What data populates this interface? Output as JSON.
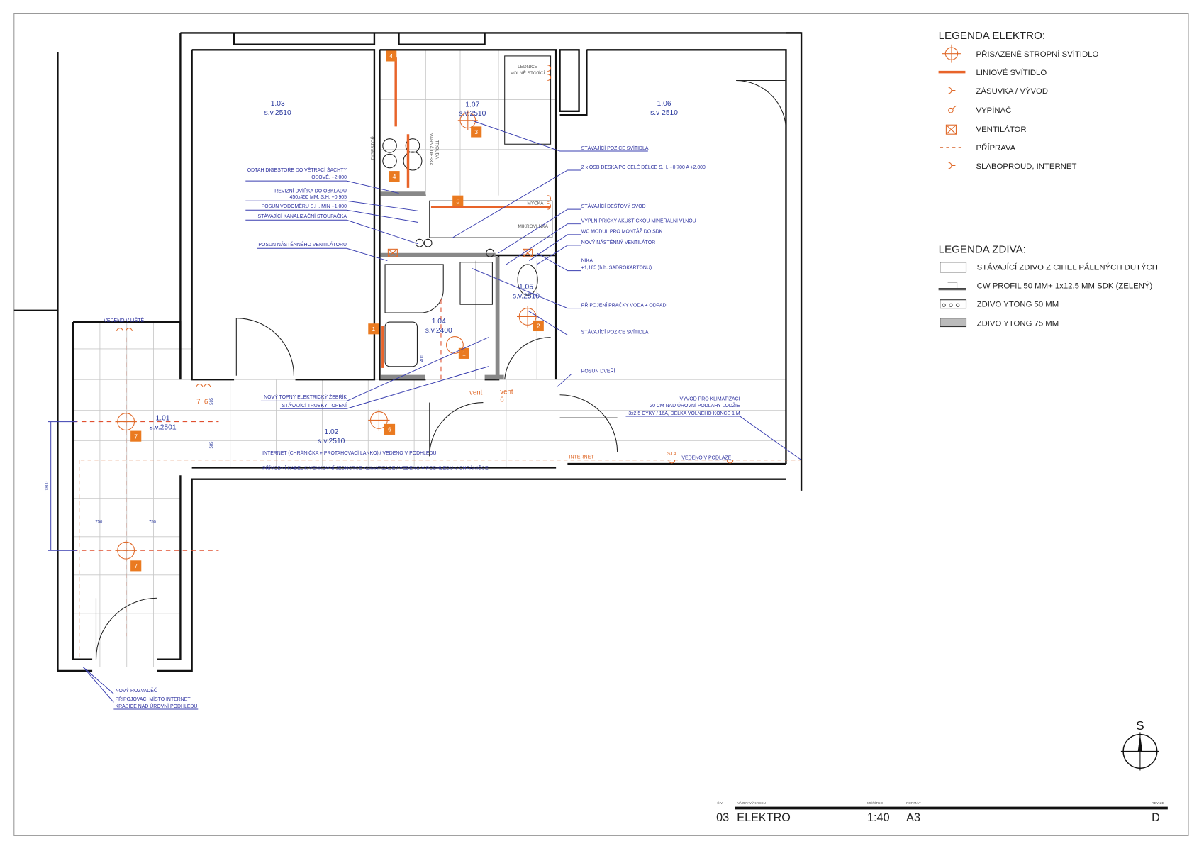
{
  "legend_electro": {
    "title": "LEGENDA ELEKTRO:",
    "items": [
      {
        "icon": "ceiling-light-icon",
        "label": "PŘISAZENÉ STROPNÍ SVÍTIDLO"
      },
      {
        "icon": "linear-light-icon",
        "label": "LINIOVÉ SVÍTIDLO"
      },
      {
        "icon": "socket-icon",
        "label": "ZÁSUVKA / VÝVOD"
      },
      {
        "icon": "switch-icon",
        "label": "VYPÍNAČ"
      },
      {
        "icon": "fan-icon",
        "label": "VENTILÁTOR"
      },
      {
        "icon": "dashed-line-icon",
        "label": "PŘÍPRAVA"
      },
      {
        "icon": "data-socket-icon",
        "label": "SLABOPROUD, INTERNET"
      }
    ]
  },
  "legend_walls": {
    "title": "LEGENDA ZDIVA:",
    "items": [
      {
        "icon": "brick-wall-icon",
        "label": "STÁVAJÍCÍ ZDIVO Z CIHEL PÁLENÝCH DUTÝCH"
      },
      {
        "icon": "cw-profile-icon",
        "label": "CW PROFIL 50 MM+ 1x12.5 MM SDK (ZELENÝ)"
      },
      {
        "icon": "ytong-50-icon",
        "label": "ZDIVO YTONG 50 MM"
      },
      {
        "icon": "ytong-75-icon",
        "label": "ZDIVO YTONG 75 MM"
      }
    ]
  },
  "rooms": [
    {
      "number": "1.03",
      "height": "s.v.2510"
    },
    {
      "number": "1.07",
      "height": "s.v.2510"
    },
    {
      "number": "1.06",
      "height": "s.v 2510"
    },
    {
      "number": "1.05",
      "height": "s.v.2510"
    },
    {
      "number": "1.04",
      "height": "s.v.2400"
    },
    {
      "number": "1.01",
      "height": "s.v.2501"
    },
    {
      "number": "1.02",
      "height": "s.v.2510"
    }
  ],
  "annotations_left": [
    "ODTAH DIGESTOŘE DO VĚTRACÍ ŠACHTY",
    "OSOVĚ. +2,000",
    "REVIZNÍ DVÍŘKA DO OBKLADU",
    "450x450 MM, S.H. +0,905",
    "POSUN VODOMĚRU S.H. MIN +1,000",
    "STÁVAJÍCÍ KANALIZAČNÍ STOUPAČKA",
    "POSUN NÁSTĚNNÉHO VENTILÁTORU",
    "NOVÝ TOPNÝ ELEKTRICKÝ ŽEBŘÍK",
    "STÁVAJÍCÍ TRUBKY TOPENÍ"
  ],
  "annotations_right": [
    "STÁVAJÍCÍ POZICE SVÍTIDLA",
    "2 x OSB DESKA PO CELÉ DÉLCE S.H. +0,700 A +2,000",
    "STÁVAJÍCÍ DEŠŤOVÝ SVOD",
    "VYPLŇ PŘÍČKY AKUSTICKOU MINERÁLNÍ VLNOU",
    "WC MODUL PRO MONTÁŽ DO SDK",
    "NOVÝ NÁSTĚNNÝ VENTILÁTOR",
    "NIKA",
    "+1,185 (h.h. SÁDROKARTONU)",
    "PŘIPOJENÍ PRAČKY VODA + ODPAD",
    "STÁVAJÍCÍ POZICE SVÍTIDLA",
    "POSUN DVEŘÍ"
  ],
  "annotations_ac": [
    "VÝVOD PRO KLIMATIZACI",
    "20 CM NAD ÚROVNÍ PODLAHY LODŽIE",
    "3x2,5 CYKY / 16A, DÉLKA VOLNÉHO KONCE 1 M"
  ],
  "annotations_bottom": [
    "INTERNET (CHRÁNIČKA + PROTAHOVACÍ LANKO) / VEDENO V PODHLEDU",
    "PŘÍVODNÍ KABEL K VENKOVNÍ JEDNOTCE KLIMATIZACE / VEDENO V PODHLEDU V CHRÁNIČCE",
    "VEDENO V LIŠTĚ",
    "VEDENO V PODLAZE"
  ],
  "annotations_panel": [
    "NOVÝ ROZVADĚČ",
    "PŘIPOJOVACÍ MÍSTO INTERNET",
    "KRABICE NAD ÚROVNÍ PODHLEDU"
  ],
  "electro_labels": {
    "internet": "INTERNET",
    "sta": "STA",
    "vent": "vent",
    "six": "6",
    "seven": "7",
    "two": "2",
    "one": "1"
  },
  "fixtures": {
    "fridge_1": "LEDNICE",
    "fridge_2": "VOLNĚ STOJÍCÍ",
    "hood": "DIGESTOŘ",
    "hob_1": "VARNÁ DESKA",
    "hob_2": "TROUBA",
    "dishwasher": "MYČKA",
    "microwave": "MIKROVLNKA"
  },
  "circuit_numbers": [
    "7",
    "7",
    "6",
    "3",
    "2",
    "1",
    "4",
    "4",
    "5",
    "1"
  ],
  "dimensions": [
    "1800",
    "750",
    "750",
    "585",
    "585",
    "400"
  ],
  "compass": {
    "label": "S"
  },
  "title_block": {
    "number_label": "Č.V.",
    "name_label": "NÁZEV VÝKRESU",
    "scale_label": "MĚŘÍTKO",
    "format_label": "FORMÁT",
    "revision_label": "REVIZE",
    "number": "03",
    "name": "ELEKTRO",
    "scale": "1:40",
    "format": "A3",
    "revision": "D"
  },
  "colors": {
    "electro": "#e06a2a",
    "circuit_box": "#ea7a20",
    "annotation": "#2b2f9e",
    "walls": "#111111"
  }
}
